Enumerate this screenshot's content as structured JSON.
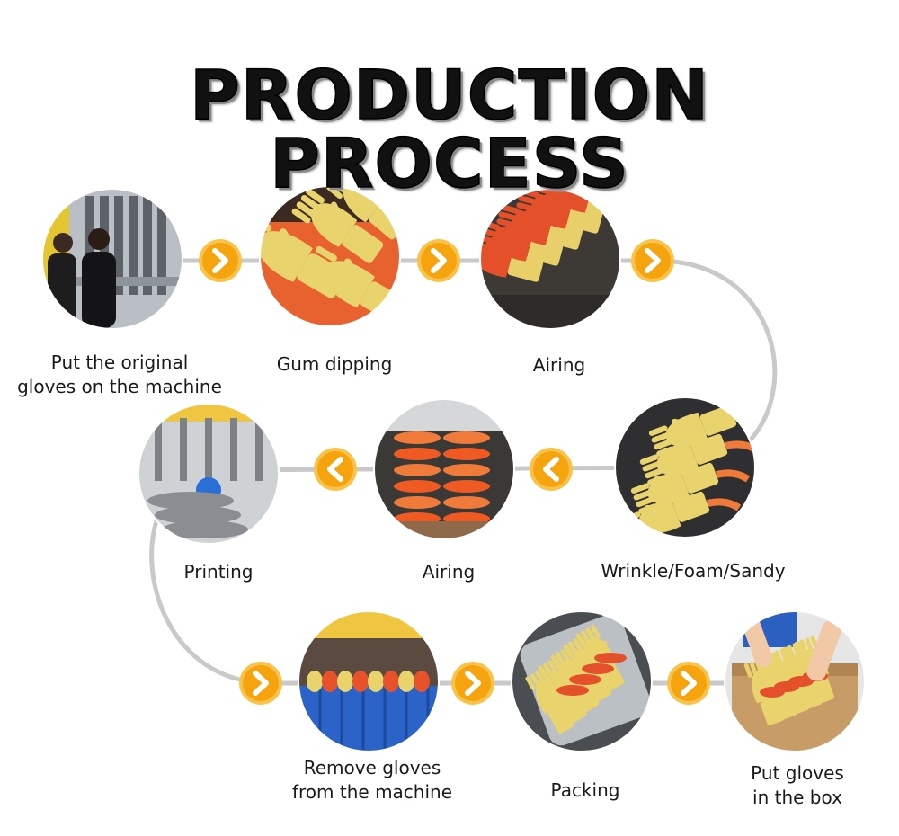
{
  "title": "PRODUCTION PROCESS",
  "colors": {
    "connector": "#c9c9c9",
    "arrow_fill": "#f5a40d",
    "arrow_ring": "#f7c34a",
    "arrow_glyph": "#ffffff",
    "title_text": "#111111"
  },
  "steps": [
    {
      "label": "Put the original\ngloves on the machine",
      "scene": "workers-at-machine"
    },
    {
      "label": "Gum dipping",
      "scene": "yellow-gloves-orange-latex"
    },
    {
      "label": "Airing",
      "scene": "orange-dipped-gloves-rows"
    },
    {
      "label": "Wrinkle/Foam/Sandy",
      "scene": "gloves-with-foam-coating"
    },
    {
      "label": "Airing",
      "scene": "orange-gloves-on-conveyor"
    },
    {
      "label": "Printing",
      "scene": "printing-machine-grey-gloves"
    },
    {
      "label": "Remove gloves\nfrom the machine",
      "scene": "blue-crates-of-gloves"
    },
    {
      "label": "Packing",
      "scene": "gloves-in-plastic-bag"
    },
    {
      "label": "Put gloves\nin the box",
      "scene": "hands-putting-gloves-in-box"
    }
  ],
  "arrows": [
    {
      "direction": "right",
      "icon": "chevron-right-icon"
    },
    {
      "direction": "right",
      "icon": "chevron-right-icon"
    },
    {
      "direction": "right",
      "icon": "chevron-right-icon"
    },
    {
      "direction": "left",
      "icon": "chevron-left-icon"
    },
    {
      "direction": "left",
      "icon": "chevron-left-icon"
    },
    {
      "direction": "right",
      "icon": "chevron-right-icon"
    },
    {
      "direction": "right",
      "icon": "chevron-right-icon"
    },
    {
      "direction": "right",
      "icon": "chevron-right-icon"
    }
  ]
}
